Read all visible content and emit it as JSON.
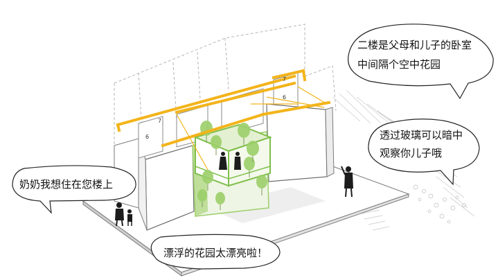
{
  "colors": {
    "accent": "#f3b41b",
    "garden": "#9ccf6a",
    "garden_light": "#dcebc4",
    "line": "#7a7a7a",
    "wall": "#ffffff",
    "figure": "#1c1c1c"
  },
  "room_labels": [
    "7",
    "6",
    "7",
    "6"
  ],
  "bubbles": {
    "top_right": [
      "二楼是父母和儿子的卧室",
      "中间隔个空中花园"
    ],
    "right": [
      "透过玻璃可以暗中",
      "观察你儿子哦"
    ],
    "left": [
      "奶奶我想住在您楼上"
    ],
    "bottom": [
      "漂浮的花园太漂亮啦！"
    ]
  }
}
